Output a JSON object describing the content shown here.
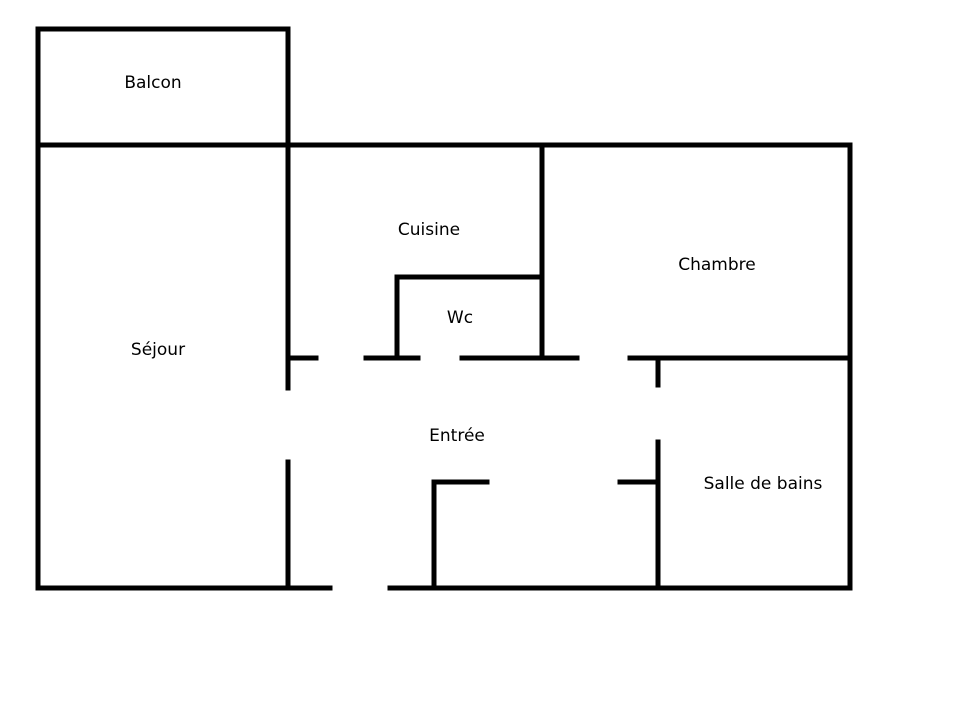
{
  "plan": {
    "rooms": {
      "balcon": "Balcon",
      "sejour": "Séjour",
      "cuisine": "Cuisine",
      "wc": "Wc",
      "chambre": "Chambre",
      "entree": "Entrée",
      "salle_de_bains": "Salle de bains"
    },
    "colors": {
      "wall": "#000000",
      "background": "#ffffff",
      "text": "#000000"
    }
  }
}
